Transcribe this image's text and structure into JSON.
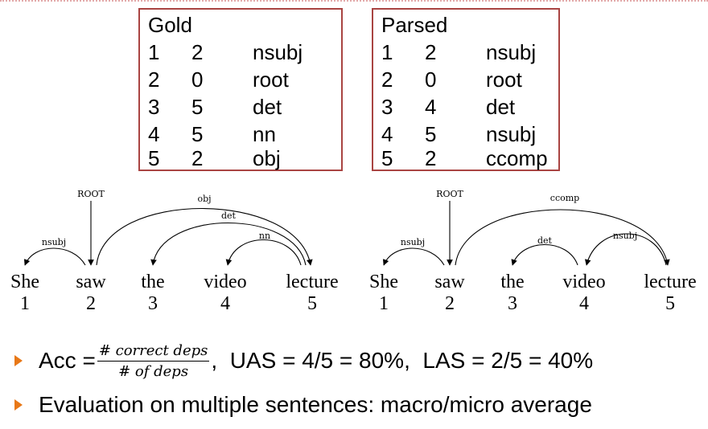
{
  "gold_table": {
    "title": "Gold",
    "rows": [
      [
        "1",
        "2",
        "nsubj"
      ],
      [
        "2",
        "0",
        "root"
      ],
      [
        "3",
        "5",
        "det"
      ],
      [
        "4",
        "5",
        "nn"
      ],
      [
        "5",
        "2",
        "obj"
      ]
    ]
  },
  "parsed_table": {
    "title": "Parsed",
    "rows": [
      [
        "1",
        "2",
        "nsubj"
      ],
      [
        "2",
        "0",
        "root"
      ],
      [
        "3",
        "4",
        "det"
      ],
      [
        "4",
        "5",
        "nsubj"
      ],
      [
        "5",
        "2",
        "ccomp"
      ]
    ]
  },
  "trees": {
    "root_label": "ROOT",
    "words": [
      "She",
      "saw",
      "the",
      "video",
      "lecture"
    ],
    "indices": [
      "1",
      "2",
      "3",
      "4",
      "5"
    ],
    "gold_arcs": [
      {
        "head": 2,
        "dep": 1,
        "label": "nsubj"
      },
      {
        "head": 2,
        "dep": 5,
        "label": "obj"
      },
      {
        "head": 5,
        "dep": 3,
        "label": "det"
      },
      {
        "head": 5,
        "dep": 4,
        "label": "nn"
      }
    ],
    "parsed_arcs": [
      {
        "head": 2,
        "dep": 1,
        "label": "nsubj"
      },
      {
        "head": 2,
        "dep": 5,
        "label": "ccomp"
      },
      {
        "head": 4,
        "dep": 3,
        "label": "det"
      },
      {
        "head": 5,
        "dep": 4,
        "label": "nsubj"
      }
    ]
  },
  "bullets": {
    "acc_prefix": "Acc = ",
    "frac_num": "# correct deps",
    "frac_den": "# of deps",
    "acc_suffix": ",  UAS = 4/5 = 80%,  LAS = 2/5 = 40%",
    "second": "Evaluation on multiple sentences: macro/micro average"
  },
  "colors": {
    "table_border": "#a94442",
    "bullet_arrow": "#e87817"
  }
}
